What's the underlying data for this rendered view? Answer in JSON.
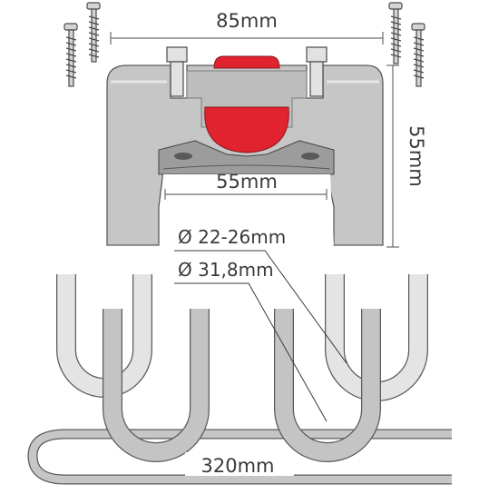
{
  "diagram": {
    "dimensions": {
      "mount_width": "85mm",
      "mount_height": "55mm",
      "clamp_width": "55mm",
      "diameter_small": "Ø 22-26mm",
      "diameter_large": "Ø 31,8mm",
      "cable_length": "320mm"
    },
    "colors": {
      "body": "#c6c6c6",
      "body_outline": "#5a5a5a",
      "accent_red": "#e0232e",
      "wire_light": "#e4e4e4",
      "wire_dark": "#c4c4c4",
      "dimension_line": "#6a6a6a",
      "text": "#3a3a3a"
    }
  }
}
